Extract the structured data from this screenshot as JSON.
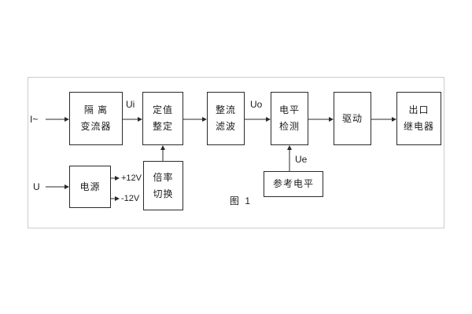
{
  "figure": {
    "caption": "图 1"
  },
  "inputs": {
    "current": "I~",
    "voltage": "U"
  },
  "signal_labels": {
    "ui": "Ui",
    "uo": "Uo",
    "ue": "Ue",
    "plus_rail": "+12V",
    "minus_rail": "-12V"
  },
  "blocks": {
    "isolation": {
      "line1": "隔 离",
      "line2": "变流器"
    },
    "setpoint": {
      "line1": "定值",
      "line2": "整定"
    },
    "rectifier": {
      "line1": "整流",
      "line2": "滤波"
    },
    "detector": {
      "line1": "电平",
      "line2": "检测"
    },
    "driver": {
      "line1": "驱动"
    },
    "relay": {
      "line1": "出口",
      "line2": "继电器"
    },
    "power": {
      "line1": "电源"
    },
    "ratio": {
      "line1": "倍率",
      "line2": "切换"
    },
    "reference": {
      "line1": "参考电平"
    }
  }
}
